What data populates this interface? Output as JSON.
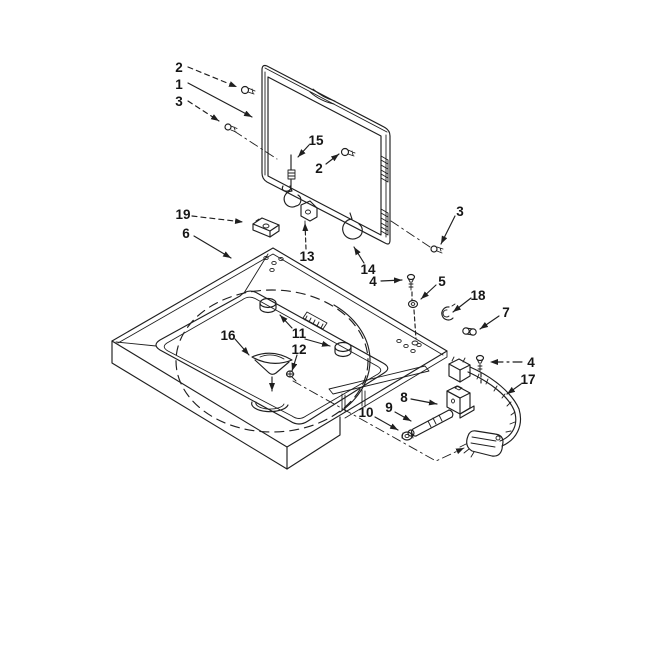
{
  "diagram": {
    "figure_type": "exploded-parts-diagram",
    "background_color": "#ffffff",
    "line_color": "#1f1f1f",
    "callouts": [
      {
        "label": "2",
        "target": "screw-lid-top-left"
      },
      {
        "label": "1",
        "target": "lid-frame"
      },
      {
        "label": "3",
        "target": "screw-lid-left"
      },
      {
        "label": "15",
        "target": "hinge-spring"
      },
      {
        "label": "2",
        "target": "screw-lid-right"
      },
      {
        "label": "3",
        "target": "screw-lid-lower-right"
      },
      {
        "label": "19",
        "target": "lid-strike"
      },
      {
        "label": "6",
        "target": "top-panel"
      },
      {
        "label": "13",
        "target": "hinge-bracket"
      },
      {
        "label": "14",
        "target": "hinge-hook"
      },
      {
        "label": "4",
        "target": "screw-rear-deck"
      },
      {
        "label": "5",
        "target": "washer"
      },
      {
        "label": "18",
        "target": "retainer-clip"
      },
      {
        "label": "7",
        "target": "push-fastener"
      },
      {
        "label": "16",
        "target": "bleach-funnel"
      },
      {
        "label": "11",
        "target": "opening-pads"
      },
      {
        "label": "12",
        "target": "opening-screw"
      },
      {
        "label": "4",
        "target": "screw-switch"
      },
      {
        "label": "17",
        "target": "wire-harness"
      },
      {
        "label": "8",
        "target": "lid-switch"
      },
      {
        "label": "9",
        "target": "switch-actuator"
      },
      {
        "label": "10",
        "target": "actuator-nut"
      }
    ]
  }
}
